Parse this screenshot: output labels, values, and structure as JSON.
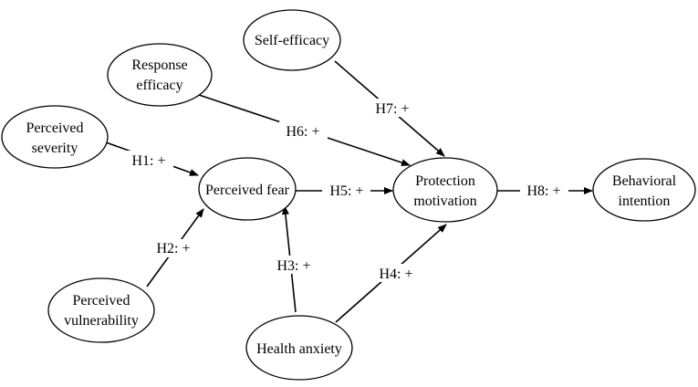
{
  "nodes": {
    "self_efficacy": {
      "lines": [
        "Self-efficacy"
      ]
    },
    "response_efficacy": {
      "lines": [
        "Response",
        "efficacy"
      ]
    },
    "perceived_severity": {
      "lines": [
        "Perceived",
        "severity"
      ]
    },
    "perceived_fear": {
      "lines": [
        "Perceived fear"
      ]
    },
    "protection_motivation": {
      "lines": [
        "Protection",
        "motivation"
      ]
    },
    "behavioral_intention": {
      "lines": [
        "Behavioral",
        "intention"
      ]
    },
    "perceived_vulnerability": {
      "lines": [
        "Perceived",
        "vulnerability"
      ]
    },
    "health_anxiety": {
      "lines": [
        "Health anxiety"
      ]
    }
  },
  "edges": [
    {
      "id": "h1",
      "from": "perceived_severity",
      "to": "perceived_fear",
      "label": "H1: +"
    },
    {
      "id": "h2",
      "from": "perceived_vulnerability",
      "to": "perceived_fear",
      "label": "H2: +"
    },
    {
      "id": "h3",
      "from": "health_anxiety",
      "to": "perceived_fear",
      "label": "H3: +"
    },
    {
      "id": "h4",
      "from": "health_anxiety",
      "to": "protection_motivation",
      "label": "H4: +"
    },
    {
      "id": "h5",
      "from": "perceived_fear",
      "to": "protection_motivation",
      "label": "H5: +"
    },
    {
      "id": "h6",
      "from": "response_efficacy",
      "to": "protection_motivation",
      "label": "H6: +"
    },
    {
      "id": "h7",
      "from": "self_efficacy",
      "to": "protection_motivation",
      "label": "H7: +"
    },
    {
      "id": "h8",
      "from": "protection_motivation",
      "to": "behavioral_intention",
      "label": "H8: +"
    }
  ]
}
